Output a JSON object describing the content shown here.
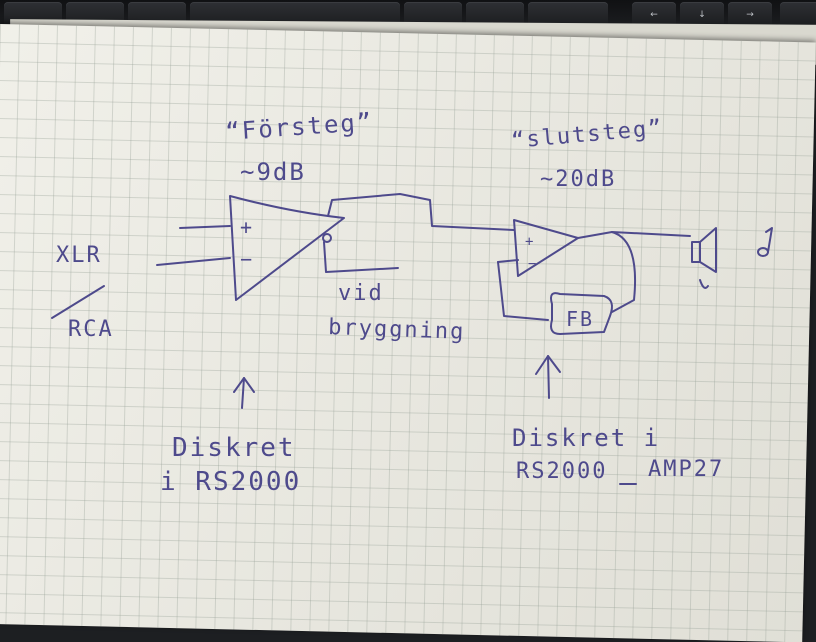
{
  "colors": {
    "ink": "#4e4a8c",
    "paper": "#ecebe2",
    "grid": "#96a096"
  },
  "labels": {
    "forsteg_title": "“Försteg”",
    "forsteg_gain": "~9dB",
    "slutsteg_title": "“slutsteg”",
    "slutsteg_gain": "~20dB",
    "xlr": "XLR",
    "rca": "RCA",
    "vid": "vid",
    "bryggning": "bryggning",
    "fb": "FB",
    "plus_1": "+",
    "minus_1": "−",
    "plus_2": "+",
    "minus_2": "−",
    "diskret_left_1": "Diskret",
    "diskret_left_2": "i RS2000",
    "diskret_right_1": "Diskret i",
    "diskret_right_2a": "RS2000",
    "diskret_right_2b": "AMP27"
  },
  "icons": [
    "speaker-icon",
    "music-note-icon",
    "arrow-up-icon"
  ],
  "keyboard": {
    "keys": [
      "←",
      "↓",
      "→"
    ]
  }
}
